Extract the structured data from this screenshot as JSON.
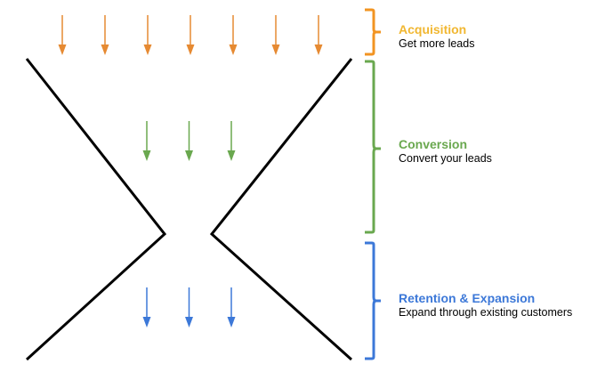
{
  "colors": {
    "acquisition": "#f29422",
    "acquisition_arrow": "#e68a32",
    "conversion": "#6aa84f",
    "retention": "#3c78d8",
    "funnel_line": "#000000"
  },
  "stages": [
    {
      "id": "acquisition",
      "title": "Acquisition",
      "title_color": "#f1b731",
      "subtitle": "Get more leads",
      "arrow_count": 7
    },
    {
      "id": "conversion",
      "title": "Conversion",
      "title_color": "#6aa84f",
      "subtitle": "Convert your leads",
      "arrow_count": 3
    },
    {
      "id": "retention",
      "title": "Retention & Expansion",
      "title_color": "#3c78d8",
      "subtitle": "Expand through existing customers",
      "arrow_count": 3
    }
  ]
}
